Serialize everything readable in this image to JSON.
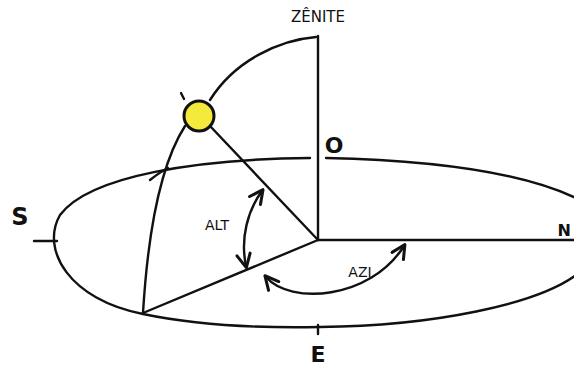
{
  "diagram": {
    "labels": [
      "ZÊNITE",
      "O",
      "S",
      "N",
      "ALT",
      "AZI",
      "E"
    ]
  }
}
